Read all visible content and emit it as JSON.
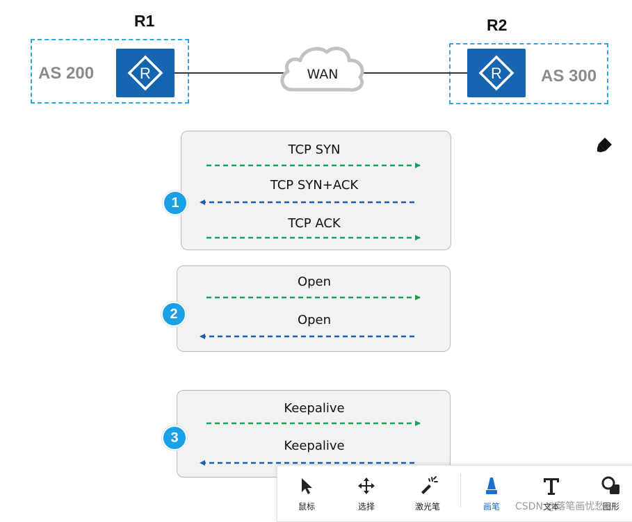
{
  "routers": {
    "r1": {
      "name": "R1",
      "as": "AS 200",
      "icon": "router-r-icon"
    },
    "r2": {
      "name": "R2",
      "as": "AS 300",
      "icon": "router-r-icon"
    }
  },
  "wan": {
    "label": "WAN",
    "icon": "cloud-icon"
  },
  "steps": [
    {
      "number": "1",
      "messages": [
        {
          "text": "TCP SYN",
          "direction": "right"
        },
        {
          "text": "TCP SYN+ACK",
          "direction": "left"
        },
        {
          "text": "TCP ACK",
          "direction": "right"
        }
      ]
    },
    {
      "number": "2",
      "messages": [
        {
          "text": "Open",
          "direction": "right"
        },
        {
          "text": "Open",
          "direction": "left"
        }
      ]
    },
    {
      "number": "3",
      "messages": [
        {
          "text": "Keepalive",
          "direction": "right"
        },
        {
          "text": "Keepalive",
          "direction": "left"
        }
      ]
    }
  ],
  "colors": {
    "right_arrow": "#17a05a",
    "left_arrow": "#1a5fb4",
    "badge": "#1aa0e6",
    "router": "#1565b0",
    "as_border": "#2aa7e0"
  },
  "toolbar": {
    "tools": [
      {
        "label": "鼠标",
        "icon": "cursor-arrow-icon"
      },
      {
        "label": "选择",
        "icon": "move-arrows-icon"
      },
      {
        "label": "激光笔",
        "icon": "laser-pointer-icon"
      },
      {
        "label": "画笔",
        "icon": "brush-icon",
        "active": true
      },
      {
        "label": "文本",
        "icon": "text-t-icon"
      },
      {
        "label": "图形",
        "icon": "shapes-icon"
      }
    ]
  },
  "watermark": "CSDN @落笔画忧愁e"
}
